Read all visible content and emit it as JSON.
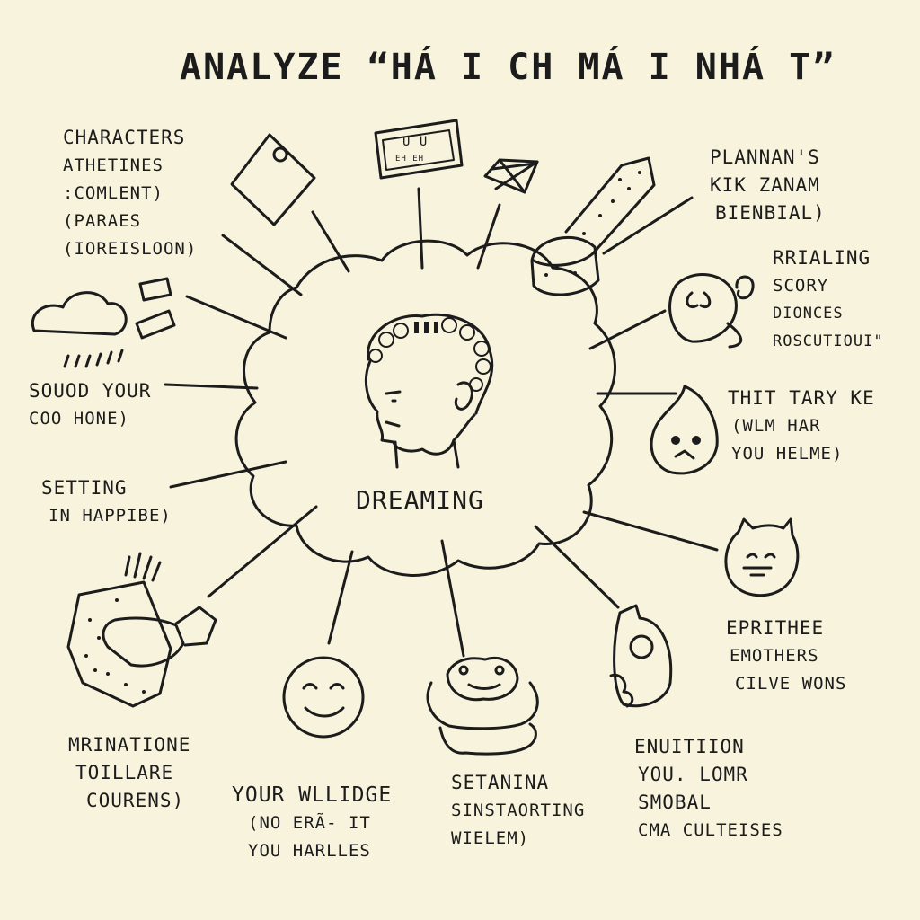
{
  "title": "ANALYZE “HÁ I CH MÁ I NHÁ T”",
  "center": {
    "label": "DREAMING"
  },
  "branches": [
    {
      "lines": [
        "CHARACTERS",
        "ATHETINES",
        ":COMLENT)",
        "(PARAES",
        "(IOREISLOON)"
      ]
    },
    {
      "lines": [
        "SOUOD YOUR",
        "COO HONE)"
      ]
    },
    {
      "lines": [
        "SETTING",
        "IN HAPPIBE)"
      ]
    },
    {
      "lines": [
        "MRINATIONE",
        "TOILLARE",
        "COURENS)"
      ]
    },
    {
      "lines": [
        "YOUR WLLIDGE",
        "(NO ERÃ- IT",
        "YOU HARLLES"
      ]
    },
    {
      "lines": [
        "SETANINA",
        "SINSTAORTING",
        "WIELEM)"
      ]
    },
    {
      "lines": [
        "ENUITIION",
        "YOU. LOMR",
        "SMOBAL",
        "CMA CULTEISES"
      ]
    },
    {
      "lines": [
        "EPRITHEE",
        "EMOTHERS",
        "CILVE WONS"
      ]
    },
    {
      "lines": [
        "THIT TARY KE",
        "(WLM HAR",
        "YOU HELME)"
      ]
    },
    {
      "lines": [
        "RRIALING",
        "SCORY",
        "DIONCES",
        "ROSCUTIOUI\""
      ]
    },
    {
      "lines": [
        "PLANNAN'S",
        "KIK ZANAM",
        "BIENBIAL)"
      ]
    }
  ],
  "sketches": {
    "top_board_text": "U U",
    "top_board_subtext": "EH EH"
  },
  "icons": [
    "cloud-icon",
    "tag-icon",
    "chalkboard-icon",
    "bridge-icon",
    "chalk-stick-icon",
    "snail-icon",
    "teardrop-face-icon",
    "cat-face-icon",
    "bottle-icon",
    "frog-icon",
    "smiley-face-icon",
    "hands-holding-paper-icon"
  ],
  "colors": {
    "background": "#f7f3dc",
    "ink": "#1c1c1c"
  }
}
